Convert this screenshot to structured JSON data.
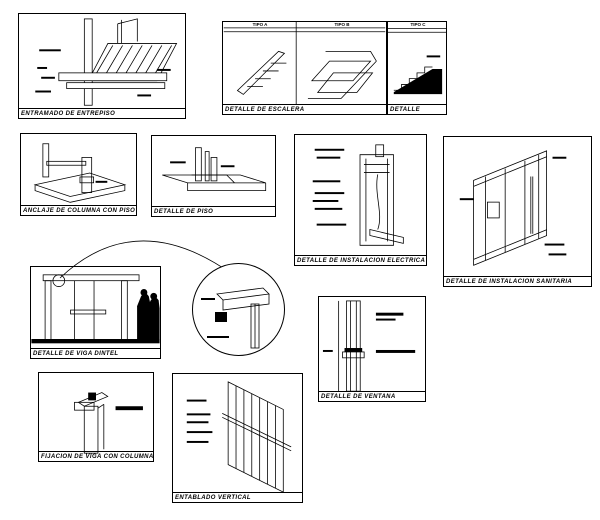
{
  "captions": {
    "entrepiso": "ENTRAMADO DE ENTREPISO",
    "escalera": "DETALLE DE ESCALERA",
    "detalle": "DETALLE",
    "anclaje": "ANCLAJE DE COLUMNA CON PISO",
    "piso": "DETALLE DE PISO",
    "electrica": "DETALLE DE INSTALACION ELECTRICA",
    "sanitaria": "DETALLE DE INSTALACION SANITARIA",
    "viga_dintel": "DETALLE DE VIGA DINTEL",
    "ventana": "DETALLE DE VENTANA",
    "fijacion": "FIJACION DE VIGA CON COLUMNA",
    "entablado": "ENTABLADO VERTICAL"
  },
  "stair_headers": [
    "TIPO A",
    "TIPO B",
    "TIPO C"
  ]
}
